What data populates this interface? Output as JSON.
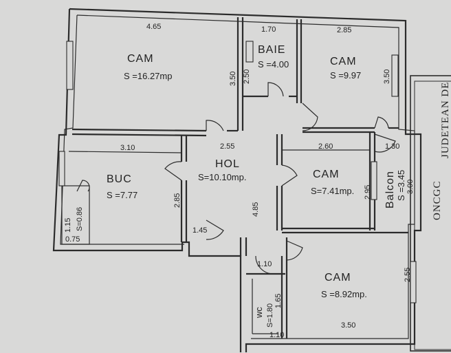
{
  "rooms": {
    "cam_main": {
      "name": "CAM",
      "area": "S =16.27mp"
    },
    "baie": {
      "name": "BAIE",
      "area": "S =4.00"
    },
    "cam_ne": {
      "name": "CAM",
      "area": "S =9.97"
    },
    "buc": {
      "name": "BUC",
      "area": "S =7.77"
    },
    "hol": {
      "name": "HOL",
      "area": "S=10.10mp."
    },
    "cam_mid": {
      "name": "CAM",
      "area": "S=7.41mp."
    },
    "balcon": {
      "name": "Balcon",
      "area": "S =3.45"
    },
    "cam_se": {
      "name": "CAM",
      "area": "S =8.92mp."
    },
    "wc": {
      "name": "wc",
      "area": "S=1.80"
    },
    "pantry": {
      "area": "S=0.86"
    }
  },
  "dimensions": {
    "top_cam": "4.65",
    "top_baie": "1.70",
    "top_cam_ne": "2.85",
    "cam_main_h": "3.50",
    "baie_h": "2.50",
    "cam_ne_h": "3.50",
    "buc_w": "3.10",
    "hol_w": "2.55",
    "cam_mid_w": "2.60",
    "balcon_w": "1.30",
    "buc_h": "2.85",
    "pantry_h": "1.15",
    "pantry_w": "0.75",
    "hol_door": "1.45",
    "hol_h": "4.85",
    "cam_mid_h": "2.95",
    "balcon_h": "3.00",
    "wc_top": "1.10",
    "wc_h": "1.65",
    "wc_bottom": "1.10",
    "cam_se_h": "2.55",
    "cam_se_w": "3.50"
  },
  "stamp": {
    "line1": "ONCGC",
    "line2": "JUDETEAN DE"
  }
}
